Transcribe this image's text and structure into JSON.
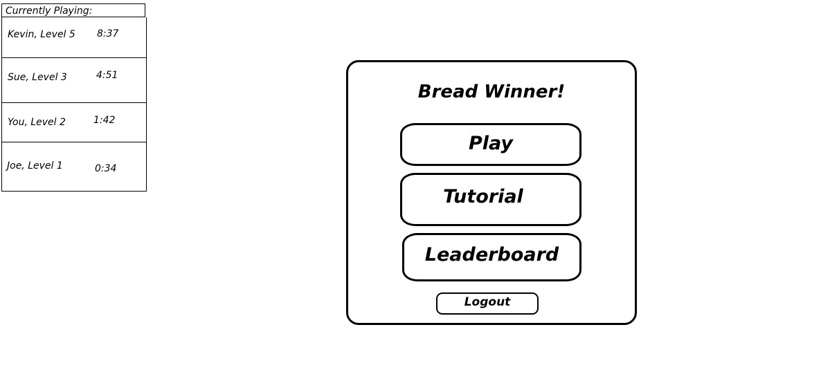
{
  "players_panel": {
    "header": "Currently Playing:",
    "players": [
      {
        "name": "Kevin, Level 5",
        "time": "8:37"
      },
      {
        "name": "Sue, Level 3",
        "time": "4:51"
      },
      {
        "name": "You, Level 2",
        "time": "1:42"
      },
      {
        "name": "Joe, Level 1",
        "time": "0:34"
      }
    ]
  },
  "menu": {
    "title": "Bread Winner!",
    "play_label": "Play",
    "tutorial_label": "Tutorial",
    "leaderboard_label": "Leaderboard",
    "logout_label": "Logout"
  }
}
